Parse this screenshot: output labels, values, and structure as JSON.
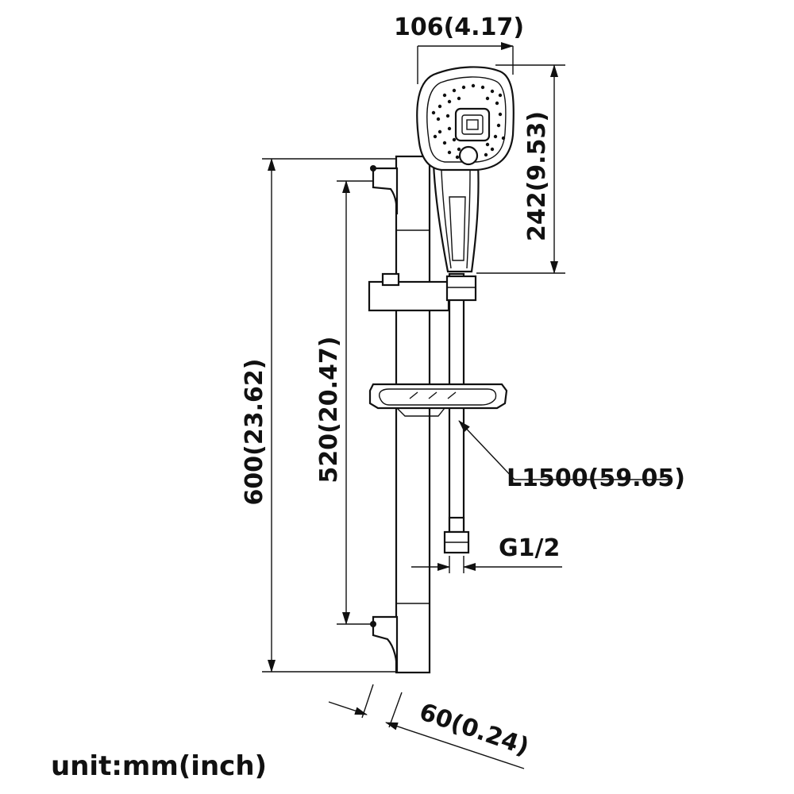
{
  "dimensions": {
    "width_top": "106(4.17)",
    "head_height": "242(9.53)",
    "total_height": "600(23.62)",
    "spacing": "520(20.47)",
    "hose_length": "L1500(59.05)",
    "thread": "G1/2",
    "depth": "60(0.24)"
  },
  "unit_label": "unit:mm(inch)"
}
